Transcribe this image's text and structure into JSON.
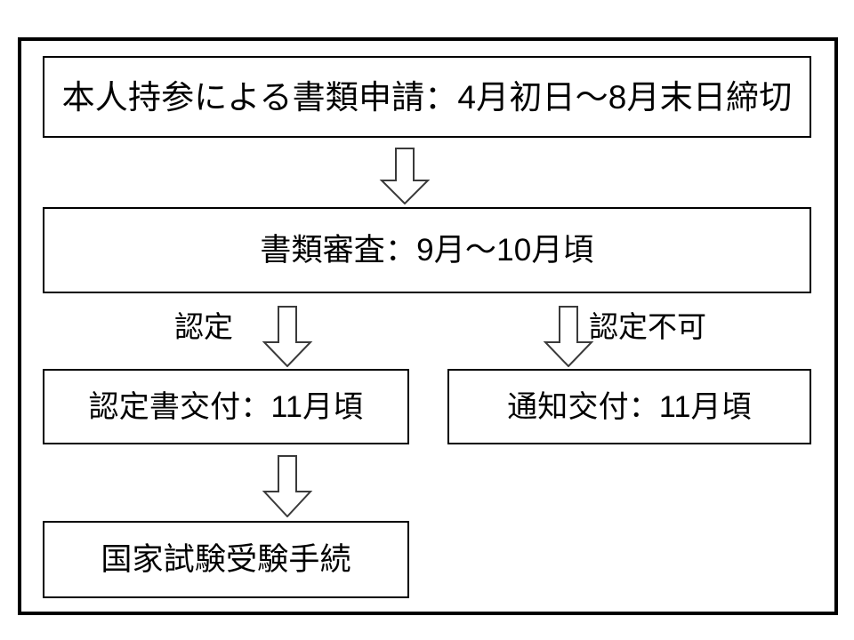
{
  "diagram": {
    "title_text": "",
    "colors": {
      "frame_border": "#000000",
      "node_border": "#000000",
      "node_fill": "#ffffff",
      "arrow_fill": "#ffffff",
      "arrow_stroke": "#3a3a3a",
      "text": "#000000",
      "background": "#ffffff"
    },
    "nodes": [
      {
        "id": "apply",
        "label": "本人持参による書類申請：4月初日〜8月末日締切"
      },
      {
        "id": "review",
        "label": "書類審査：9月〜10月頃"
      },
      {
        "id": "cert",
        "label": "認定書交付：11月頃"
      },
      {
        "id": "notice",
        "label": "通知交付：11月頃"
      },
      {
        "id": "exam",
        "label": "国家試験受験手続"
      }
    ],
    "arrows": [
      {
        "id": "apply-review",
        "from": "apply",
        "to": "review",
        "label": "",
        "direction": "down"
      },
      {
        "id": "approved",
        "from": "review",
        "to": "cert",
        "label": "認定",
        "direction": "down"
      },
      {
        "id": "rejected",
        "from": "review",
        "to": "notice",
        "label": "認定不可",
        "direction": "down"
      },
      {
        "id": "cert-exam",
        "from": "cert",
        "to": "exam",
        "label": "",
        "direction": "down"
      }
    ],
    "branch_labels": {
      "approved": "認定",
      "rejected": "認定不可"
    }
  }
}
